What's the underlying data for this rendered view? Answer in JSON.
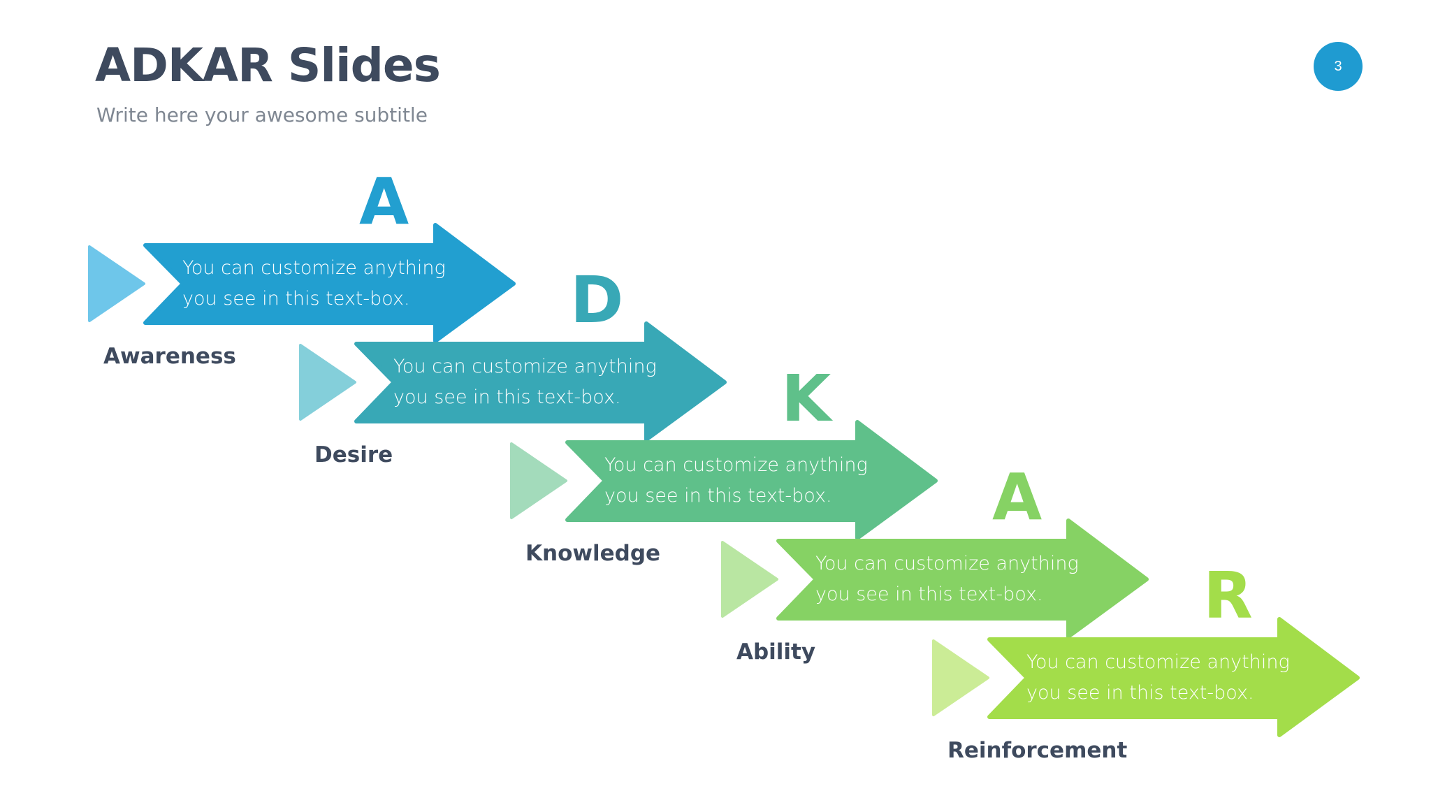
{
  "header": {
    "title": "ADKAR Slides",
    "subtitle": "Write here your awesome subtitle",
    "page_number": "3",
    "badge_color": "#1f9bd1"
  },
  "stages": [
    {
      "letter": "A",
      "name": "Awareness",
      "text_line1": "You can customize anything",
      "text_line2": "you see in this text-box.",
      "color": "#229fd0",
      "light_color": "#6ec6ea"
    },
    {
      "letter": "D",
      "name": "Desire",
      "text_line1": "You can customize anything",
      "text_line2": "you see in this text-box.",
      "color": "#38a8b6",
      "light_color": "#84cfda"
    },
    {
      "letter": "K",
      "name": "Knowledge",
      "text_line1": "You can customize anything",
      "text_line2": "you see in this text-box.",
      "color": "#5fc08a",
      "light_color": "#a3dbbb"
    },
    {
      "letter": "A",
      "name": "Ability",
      "text_line1": "You can customize anything",
      "text_line2": "you see in this text-box.",
      "color": "#86d264",
      "light_color": "#b9e6a2"
    },
    {
      "letter": "R",
      "name": "Reinforcement",
      "text_line1": "You can customize anything",
      "text_line2": "you see in this text-box.",
      "color": "#a3dd4a",
      "light_color": "#cbec96"
    }
  ]
}
